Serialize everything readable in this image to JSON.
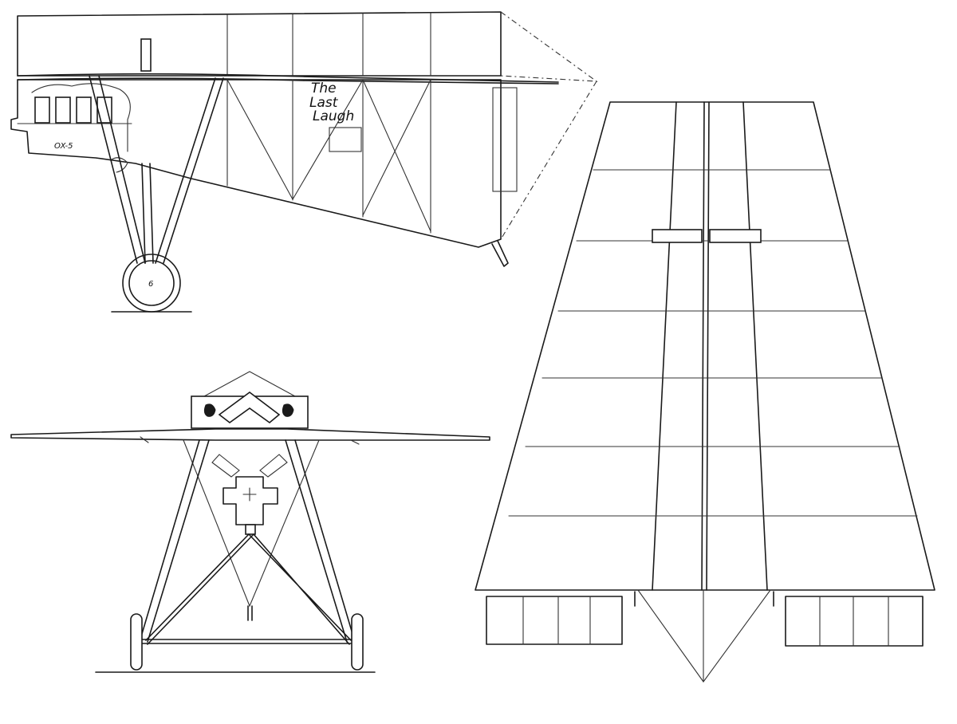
{
  "drawing": {
    "nose_art": {
      "line1": "The",
      "line2": "Last",
      "line3": "Laugh"
    },
    "engine_label": "OX-5",
    "wheel_label": "6"
  }
}
